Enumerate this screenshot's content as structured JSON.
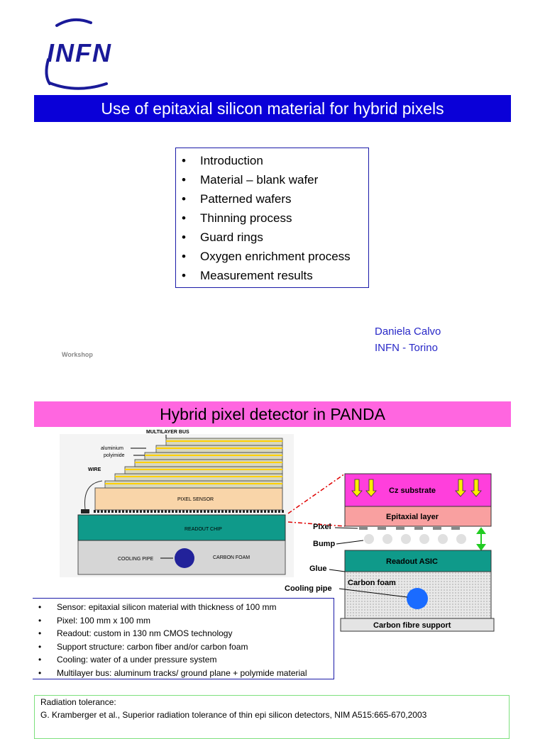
{
  "logo": {
    "text": "INFN"
  },
  "slide1": {
    "title": "Use of epitaxial silicon material for hybrid pixels",
    "outline": [
      "Introduction",
      "Material – blank wafer",
      "Patterned wafers",
      "Thinning process",
      "Guard rings",
      "Oxygen enrichment process",
      "Measurement results"
    ],
    "bullet": "•",
    "author_name": "Daniela Calvo",
    "author_affil": "INFN - Torino",
    "workshop": "Workshop"
  },
  "slide2": {
    "title": "Hybrid pixel detector in PANDA",
    "diagram_left": {
      "multilayer_bus": "MULTILAYER BUS",
      "aluminium": "aluminium",
      "polyimide": "polyimide",
      "wire": "WIRE",
      "pixel_sensor": "PIXEL SENSOR",
      "readout_chip": "READOUT CHIP",
      "cooling_pipe": "COOLING PIPE",
      "carbon_foam": "CARBON FOAM"
    },
    "diagram_right": {
      "cz_substrate": "Cz substrate",
      "epitaxial_layer": "Epitaxial layer",
      "pixel": "Pixel",
      "bump": "Bump",
      "glue": "Glue",
      "readout_asic": "Readout ASIC",
      "carbon_foam": "Carbon foam",
      "cooling_pipe": "Cooling pipe",
      "carbon_fibre_support": "Carbon fibre support"
    },
    "specs": [
      "Sensor: epitaxial silicon material with thickness of 100 mm",
      "Pixel: 100 mm x 100 mm",
      "Readout: custom in 130 nm CMOS technology",
      "Support structure: carbon fiber and/or carbon foam",
      "Cooling: water of  a under pressure system",
      "Multilayer bus: aluminum tracks/ ground plane + polymide material"
    ],
    "radiation": {
      "heading": "Radiation tolerance:",
      "ref1": "G. Kramberger et al., Superior radiation tolerance of thin epi silicon detectors, NIM A515:665-670,2003"
    }
  },
  "colors": {
    "title_blue": "#0a00d8",
    "title_pink": "#ff66e0",
    "author_blue": "#2828c8",
    "readout_teal": "#0f9a8a",
    "cz_magenta": "#ff3fdc",
    "epi_salmon": "#f9a0a0"
  }
}
